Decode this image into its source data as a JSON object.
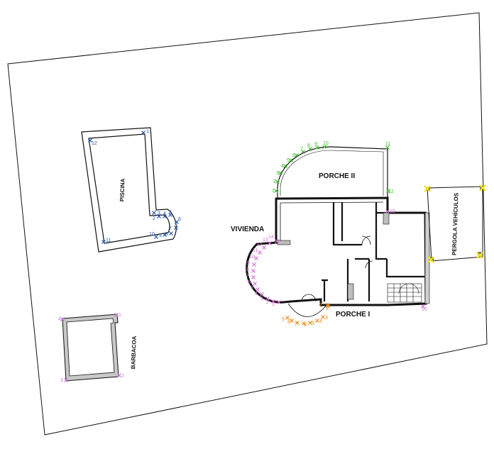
{
  "labels": {
    "piscina": "PISCINA",
    "porche_ii": "PORCHE II",
    "vivienda": "VIVIENDA",
    "porche_i": "PORCHE I",
    "pergola": "PERGOLA VEHÍCULOS",
    "barbacoa": "BARBACOA"
  },
  "colors": {
    "outline": "#111111",
    "wall_fill": "#bdbdbd",
    "piscina_points": "#2456b4",
    "porche_ii_points": "#3bbd2b",
    "vivienda_points": "#d86fd8",
    "porche_i_points": "#ef8a14",
    "pergola_points": "#f2e300",
    "barbacoa_points": "#c77bd9"
  },
  "point_groups": {
    "piscina": [
      "1",
      "2",
      "3",
      "4",
      "5",
      "6",
      "7",
      "8",
      "9",
      "10",
      "11",
      "12"
    ],
    "porche_ii": [
      "1",
      "2",
      "3",
      "4",
      "5",
      "6",
      "7",
      "8",
      "9",
      "10",
      "11",
      "12"
    ],
    "vivienda": [
      "1",
      "2",
      "3",
      "4",
      "5",
      "6",
      "7",
      "8",
      "9",
      "10",
      "11",
      "12",
      "13",
      "14",
      "15",
      "16"
    ],
    "porche_i": [
      "1",
      "2",
      "3",
      "4",
      "5",
      "6",
      "7",
      "8",
      "9"
    ],
    "barbacoa": [
      "1",
      "2",
      "3",
      "4"
    ]
  }
}
